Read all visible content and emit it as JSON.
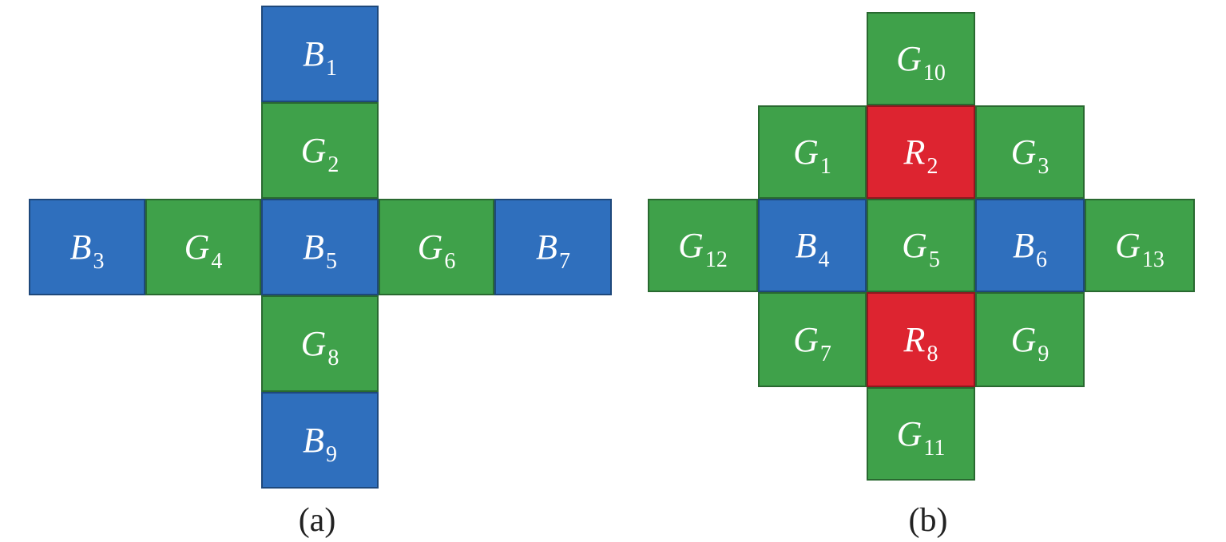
{
  "colors": {
    "blue": "#2f6fbd",
    "green": "#3fa14a",
    "red": "#dd2430"
  },
  "panels": [
    {
      "caption": "(a)",
      "cells": [
        {
          "letter": "B",
          "sub": "1",
          "color": "blue"
        },
        {
          "letter": "G",
          "sub": "2",
          "color": "green"
        },
        {
          "letter": "B",
          "sub": "3",
          "color": "blue"
        },
        {
          "letter": "G",
          "sub": "4",
          "color": "green"
        },
        {
          "letter": "B",
          "sub": "5",
          "color": "blue"
        },
        {
          "letter": "G",
          "sub": "6",
          "color": "green"
        },
        {
          "letter": "B",
          "sub": "7",
          "color": "blue"
        },
        {
          "letter": "G",
          "sub": "8",
          "color": "green"
        },
        {
          "letter": "B",
          "sub": "9",
          "color": "blue"
        }
      ]
    },
    {
      "caption": "(b)",
      "cells": [
        {
          "letter": "G",
          "sub": "10",
          "color": "green"
        },
        {
          "letter": "G",
          "sub": "1",
          "color": "green"
        },
        {
          "letter": "R",
          "sub": "2",
          "color": "red"
        },
        {
          "letter": "G",
          "sub": "3",
          "color": "green"
        },
        {
          "letter": "G",
          "sub": "12",
          "color": "green"
        },
        {
          "letter": "B",
          "sub": "4",
          "color": "blue"
        },
        {
          "letter": "G",
          "sub": "5",
          "color": "green"
        },
        {
          "letter": "B",
          "sub": "6",
          "color": "blue"
        },
        {
          "letter": "G",
          "sub": "13",
          "color": "green"
        },
        {
          "letter": "G",
          "sub": "7",
          "color": "green"
        },
        {
          "letter": "R",
          "sub": "8",
          "color": "red"
        },
        {
          "letter": "G",
          "sub": "9",
          "color": "green"
        },
        {
          "letter": "G",
          "sub": "11",
          "color": "green"
        }
      ]
    }
  ]
}
